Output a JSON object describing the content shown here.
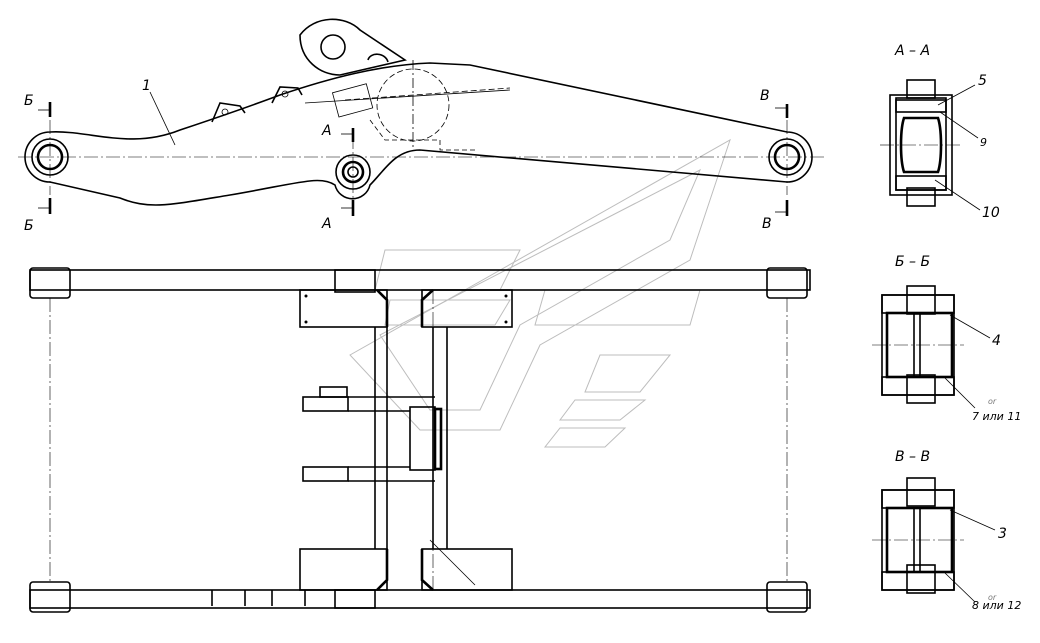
{
  "labels": {
    "part_1": "1",
    "section_a_top": "А",
    "section_a_bottom": "А",
    "section_b_top": "Б",
    "section_b_bottom": "Б",
    "section_v_top": "В",
    "section_v_bottom": "В",
    "title_aa": "А – А",
    "title_bb": "Б – Б",
    "title_vv": "В – В",
    "callout_5": "5",
    "callout_9": "9",
    "callout_10": "10",
    "callout_4": "4",
    "callout_3": "3",
    "callout_7_11": "7 или 11",
    "callout_8_12": "8 или 12",
    "or_1": "or",
    "or_2": "or"
  }
}
